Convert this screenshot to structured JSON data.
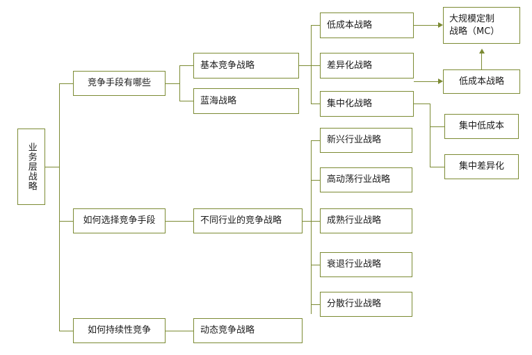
{
  "diagram": {
    "title": "业务层战略",
    "root": {
      "label": "业务层战略",
      "orientation": "vertical"
    },
    "branches": [
      {
        "label": "竞争手段有哪些",
        "children": [
          {
            "label": "基本竞争战略",
            "children": [
              {
                "label": "低成本战略"
              },
              {
                "label": "差异化战略"
              },
              {
                "label": "集中化战略",
                "children": [
                  {
                    "label": "集中低成本"
                  },
                  {
                    "label": "集中差异化"
                  }
                ]
              }
            ]
          },
          {
            "label": "蓝海战略"
          }
        ]
      },
      {
        "label": "如何选择竞争手段",
        "children": [
          {
            "label": "不同行业的竞争战略",
            "children": [
              {
                "label": "新兴行业战略"
              },
              {
                "label": "高动荡行业战略"
              },
              {
                "label": "成熟行业战略"
              },
              {
                "label": "衰退行业战略"
              },
              {
                "label": "分散行业战略"
              }
            ]
          }
        ]
      },
      {
        "label": "如何持续性竞争",
        "children": [
          {
            "label": "动态竞争战略"
          }
        ]
      }
    ],
    "outcomes": [
      {
        "label": "大规模定制战略（MC）"
      },
      {
        "label": "低成本战略"
      }
    ],
    "colors": {
      "line": "#7b8a32",
      "border": "#7b8a32",
      "text": "#1a1a1a",
      "background": "#ffffff"
    }
  }
}
